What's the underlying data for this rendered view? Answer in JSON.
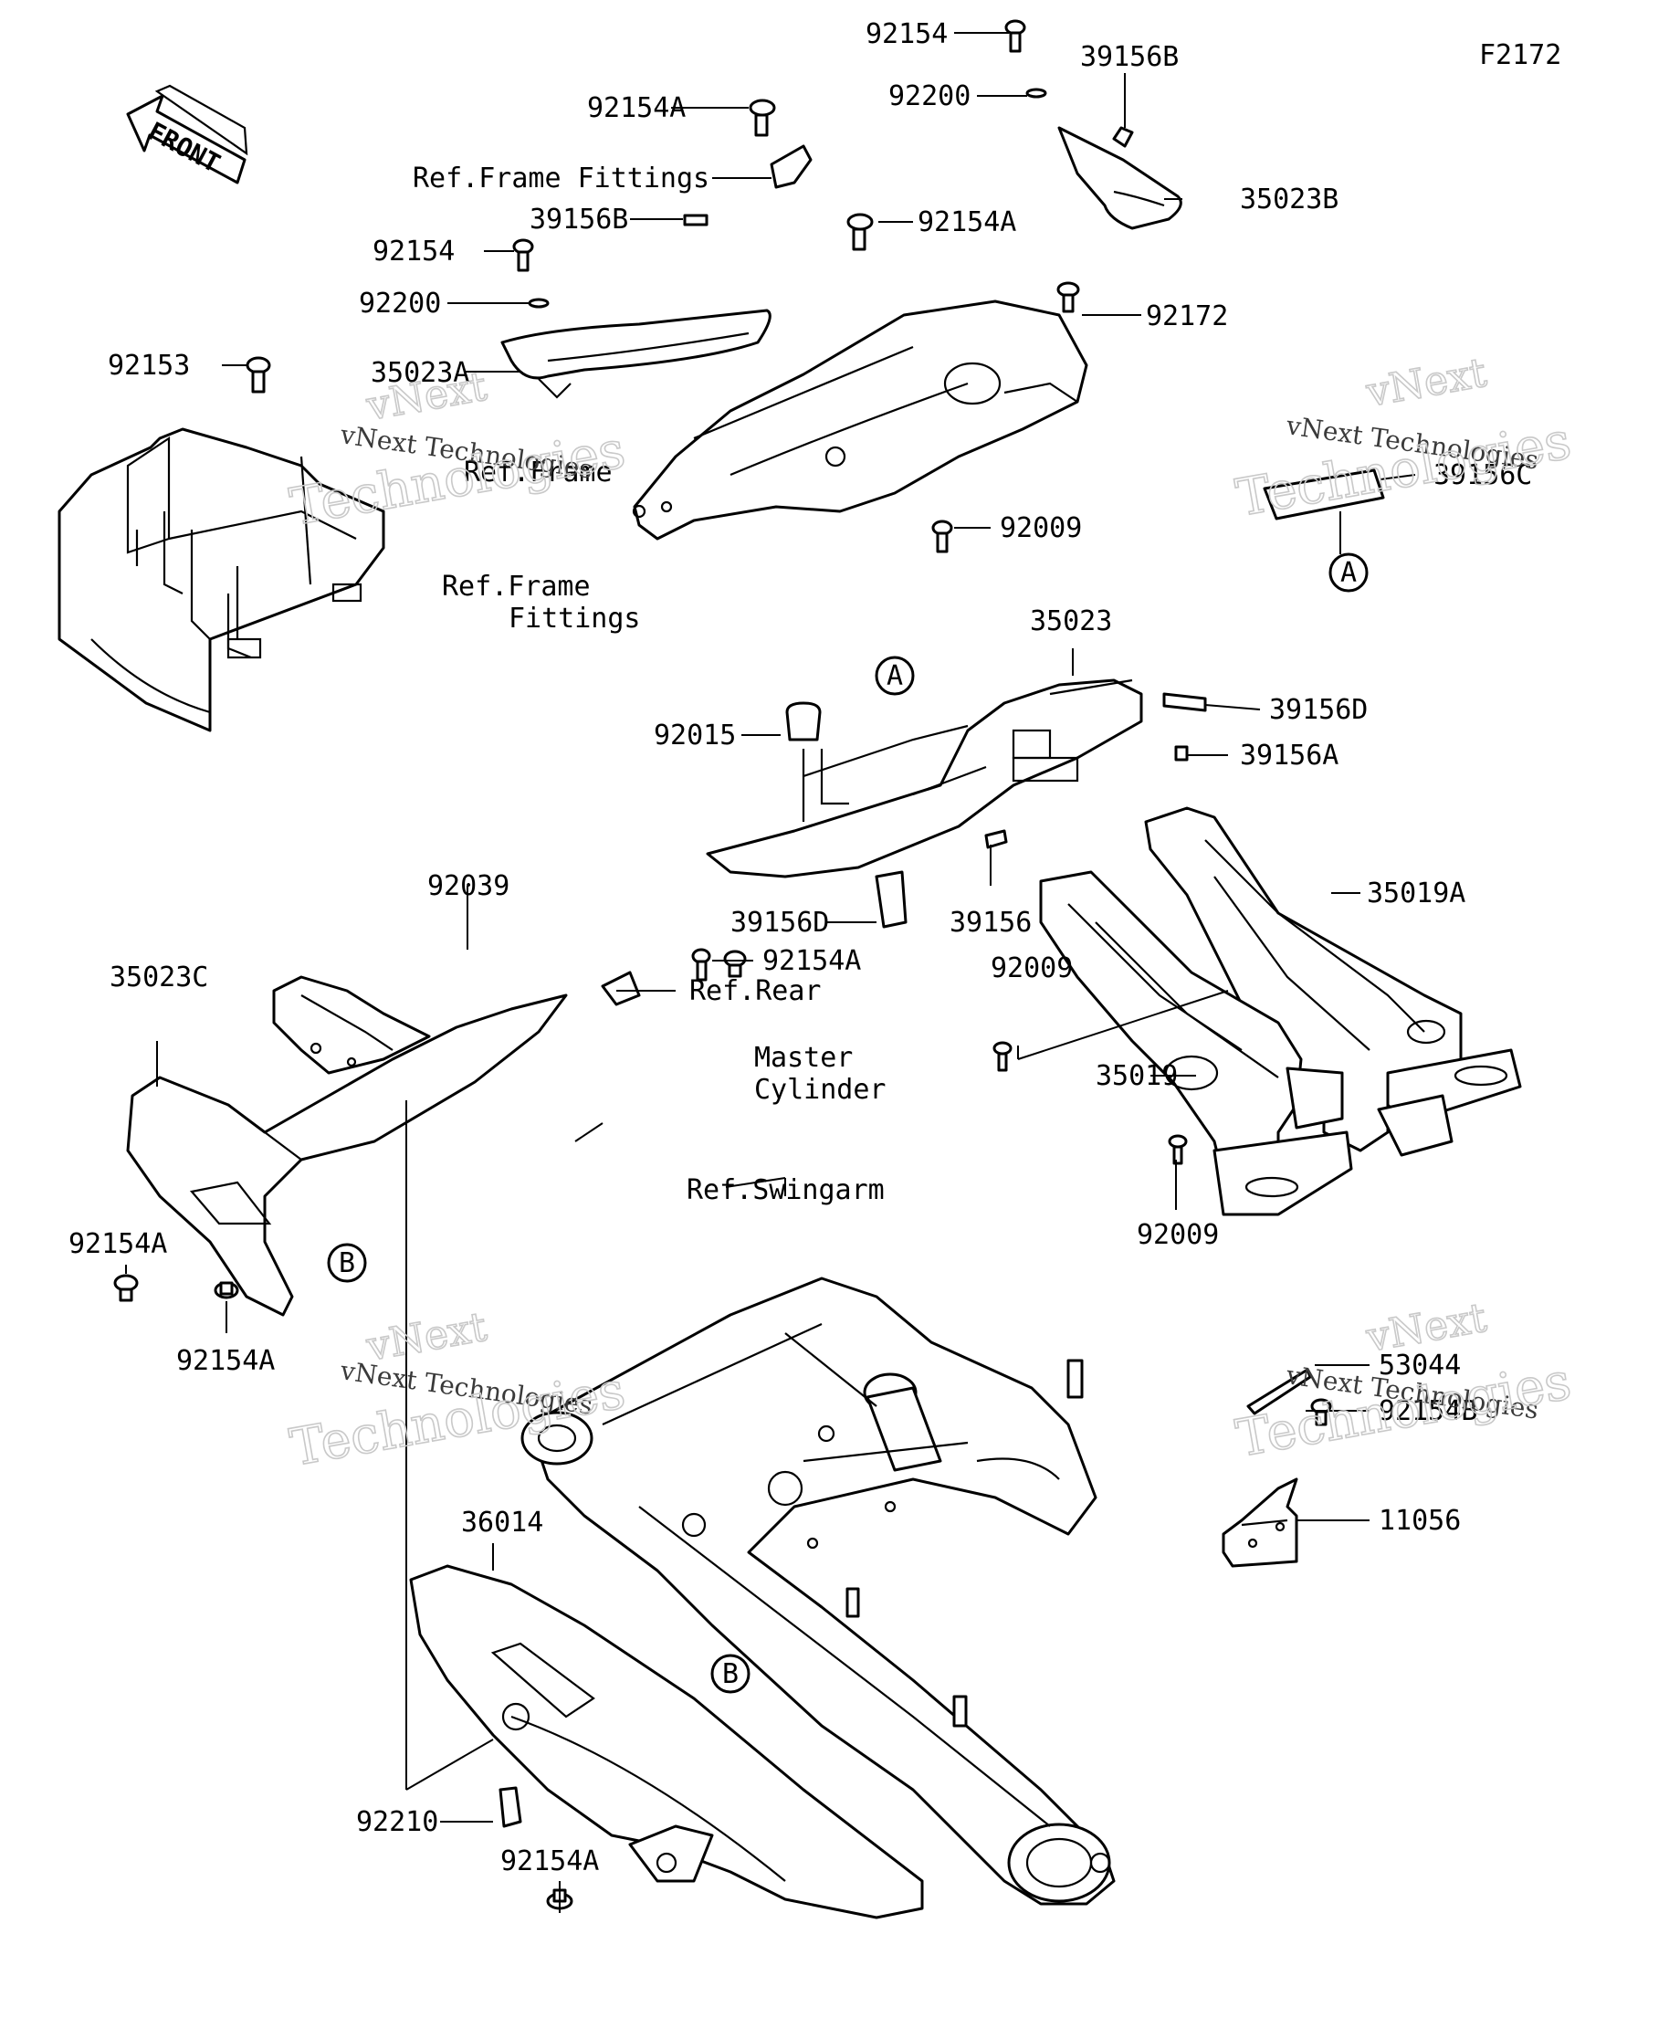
{
  "figure_code": "F2172",
  "front_arrow_label": "FRONT",
  "watermark": {
    "brand": "vNext",
    "company": "vNext Technologies",
    "word": "Technologies"
  },
  "callouts": {
    "A": "A",
    "B": "B"
  },
  "parts": [
    {
      "key": "p92154_top",
      "text": "92154"
    },
    {
      "key": "p39156B_top",
      "text": "39156B"
    },
    {
      "key": "p92200_top",
      "text": "92200"
    },
    {
      "key": "p92154A_top",
      "text": "92154A"
    },
    {
      "key": "p35023B",
      "text": "35023B"
    },
    {
      "key": "p39156B_mid",
      "text": "39156B"
    },
    {
      "key": "p92154A_mid",
      "text": "92154A"
    },
    {
      "key": "p92154_left",
      "text": "92154"
    },
    {
      "key": "p92200_left",
      "text": "92200"
    },
    {
      "key": "p92172",
      "text": "92172"
    },
    {
      "key": "p35023A",
      "text": "35023A"
    },
    {
      "key": "p92153",
      "text": "92153"
    },
    {
      "key": "p39156C",
      "text": "39156C"
    },
    {
      "key": "p92009_top",
      "text": "92009"
    },
    {
      "key": "p35023",
      "text": "35023"
    },
    {
      "key": "p39156D_right",
      "text": "39156D"
    },
    {
      "key": "p92015",
      "text": "92015"
    },
    {
      "key": "p39156A",
      "text": "39156A"
    },
    {
      "key": "p92039",
      "text": "92039"
    },
    {
      "key": "p35019A",
      "text": "35019A"
    },
    {
      "key": "p39156D_low",
      "text": "39156D"
    },
    {
      "key": "p39156",
      "text": "39156"
    },
    {
      "key": "p92154A_rear",
      "text": "92154A"
    },
    {
      "key": "p92009_mid",
      "text": "92009"
    },
    {
      "key": "p35023C",
      "text": "35023C"
    },
    {
      "key": "p35019",
      "text": "35019"
    },
    {
      "key": "p92009_low",
      "text": "92009"
    },
    {
      "key": "p92154A_c1",
      "text": "92154A"
    },
    {
      "key": "p92154A_c2",
      "text": "92154A"
    },
    {
      "key": "p53044",
      "text": "53044"
    },
    {
      "key": "p92154B",
      "text": "92154B"
    },
    {
      "key": "p11056",
      "text": "11056"
    },
    {
      "key": "p36014",
      "text": "36014"
    },
    {
      "key": "p92210",
      "text": "92210"
    },
    {
      "key": "p92154A_bottom",
      "text": "92154A"
    }
  ],
  "references": [
    {
      "key": "ref_frame_fittings_top",
      "lines": [
        "Ref.Frame Fittings"
      ]
    },
    {
      "key": "ref_frame",
      "lines": [
        "Ref.Frame"
      ]
    },
    {
      "key": "ref_frame_fittings_left",
      "lines": [
        "Ref.Frame",
        "Fittings"
      ]
    },
    {
      "key": "ref_rear_master",
      "lines": [
        "Ref.Rear",
        "Master",
        "Cylinder"
      ]
    },
    {
      "key": "ref_swingarm",
      "lines": [
        "Ref.Swingarm"
      ]
    }
  ]
}
